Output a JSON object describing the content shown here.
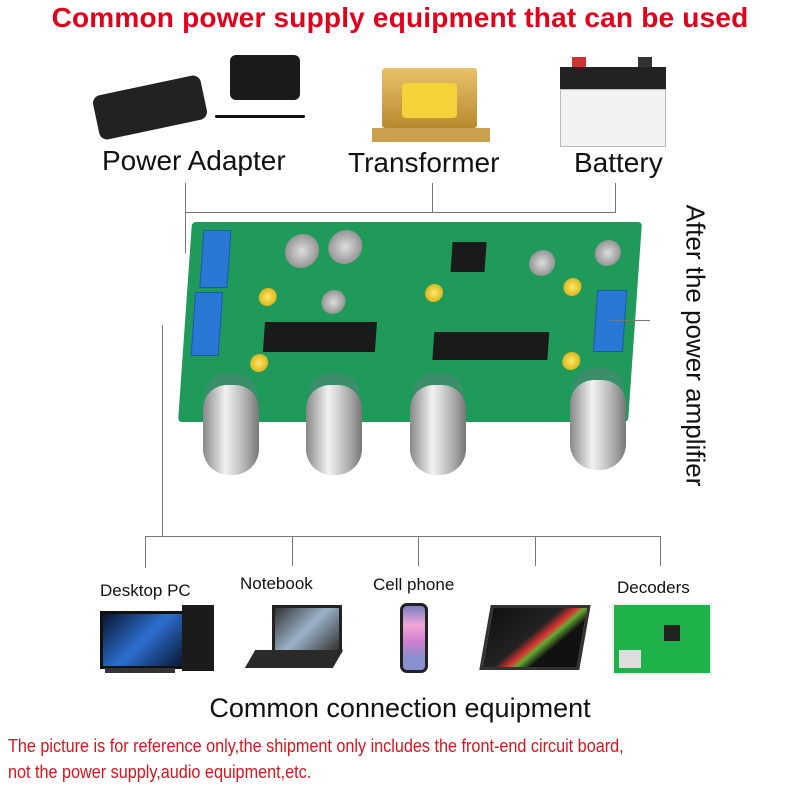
{
  "title": "Common power supply equipment that can be used",
  "power_sources": [
    {
      "label": "Power Adapter",
      "icon": "power-adapter-icon"
    },
    {
      "label": "Transformer",
      "icon": "transformer-icon"
    },
    {
      "label": "Battery",
      "icon": "battery-icon"
    }
  ],
  "side_label": "After the power amplifier",
  "devices": [
    {
      "label": "Desktop PC",
      "icon": "desktop-pc-icon"
    },
    {
      "label": "Notebook",
      "icon": "laptop-icon"
    },
    {
      "label": "Cell phone",
      "icon": "cell-phone-icon"
    },
    {
      "label": "",
      "icon": "tablet-icon"
    },
    {
      "label": "Decoders",
      "icon": "decoder-board-icon"
    }
  ],
  "connection_label": "Common connection equipment",
  "note_line1": "The picture is for reference only,the shipment only includes the front-end circuit board,",
  "note_line2": "not the power supply,audio equipment,etc.",
  "colors": {
    "title": "#e3001b",
    "note": "#d8141c",
    "pcb": "#1f9a5a"
  }
}
